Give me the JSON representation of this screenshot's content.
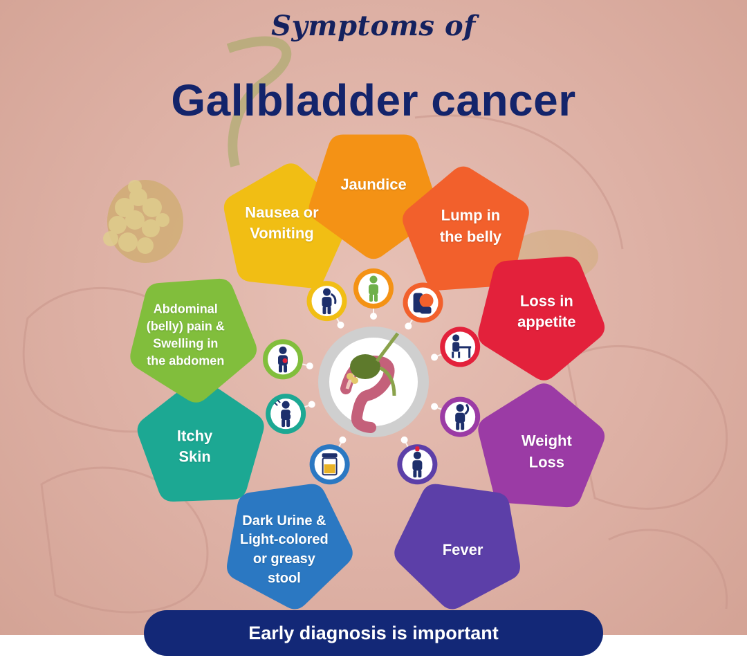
{
  "header": {
    "subtitle": "Symptoms of",
    "title": "Gallbladder cancer"
  },
  "colors": {
    "title": "#13246b",
    "banner": "#132877",
    "center_ring": "#c9c9c9"
  },
  "center": {
    "icon": "gallbladder-illustration"
  },
  "symptoms": [
    {
      "id": "nausea-vomiting",
      "label": "Nausea or\nVomiting",
      "color": "#f1be14",
      "icon": "person-vomiting"
    },
    {
      "id": "jaundice",
      "label": "Jaundice",
      "color": "#f49215",
      "icon": "person-standing"
    },
    {
      "id": "lump-in-belly",
      "label": "Lump in\nthe belly",
      "color": "#f2602c",
      "icon": "belly-lump"
    },
    {
      "id": "loss-in-appetite",
      "label": "Loss in\nappetite",
      "color": "#e3213b",
      "icon": "person-at-table"
    },
    {
      "id": "weight-loss",
      "label": "Weight\nLoss",
      "color": "#9b3ba5",
      "icon": "person-thinking"
    },
    {
      "id": "fever",
      "label": "Fever",
      "color": "#5c3fa8",
      "icon": "person-fever"
    },
    {
      "id": "dark-urine",
      "label": "Dark Urine &\nLight-colored\nor greasy\nstool",
      "color": "#2b78c2",
      "icon": "urine-cup"
    },
    {
      "id": "itchy-skin",
      "label": "Itchy\nSkin",
      "color": "#1ca893",
      "icon": "person-scratching"
    },
    {
      "id": "abdominal-pain",
      "label": "Abdominal\n(belly) pain &\nSwelling in\nthe abdomen",
      "color": "#81be3c",
      "icon": "person-abdominal-pain"
    }
  ],
  "footer": {
    "banner_text": "Early diagnosis is important"
  }
}
